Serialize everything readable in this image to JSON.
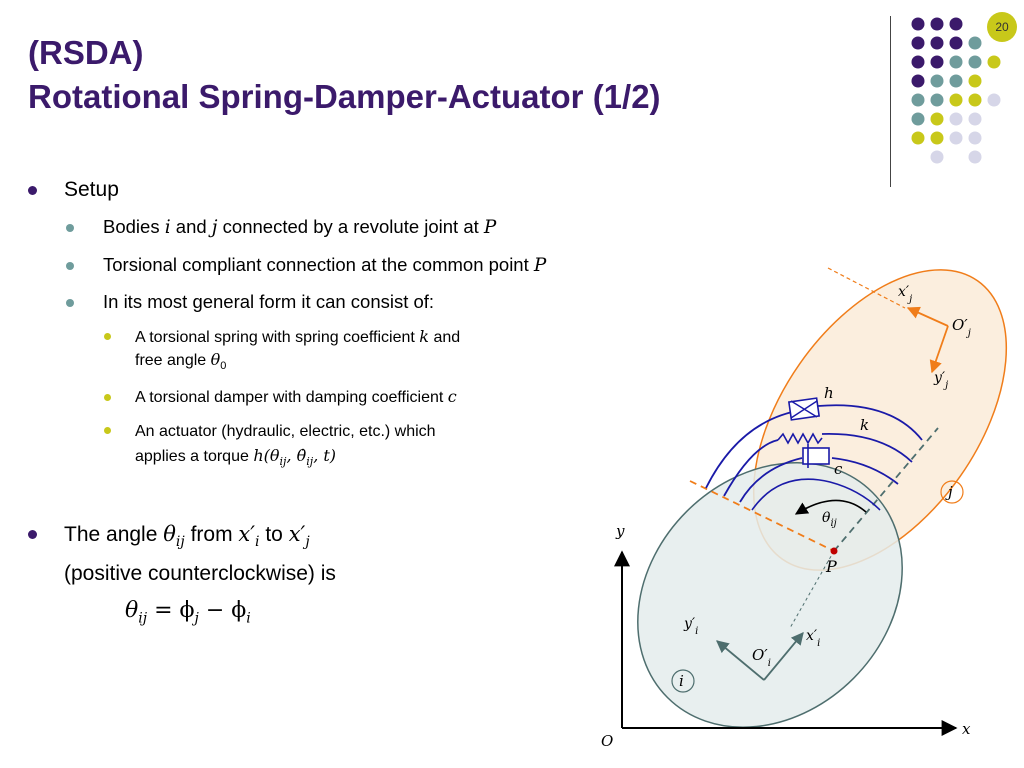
{
  "slide": {
    "title_line1": "(RSDA)",
    "title_line2": "Rotational Spring-Damper-Actuator (1/2)",
    "page_number": "20"
  },
  "colors": {
    "title": "#3b1a6b",
    "purple": "#3b1a6b",
    "teal": "#6f9c9c",
    "olive": "#c8c81a",
    "lavender": "#d6d6e8",
    "orange": "#f07d1a",
    "blue": "#1a1aa8",
    "gray_teal": "#4e6e6e",
    "red": "#c00000"
  },
  "content": {
    "setup": "Setup",
    "b1_pre": "Bodies ",
    "b1_i": "i",
    "b1_mid": " and ",
    "b1_j": "j",
    "b1_post": " connected by a revolute joint at ",
    "b1_P": "P",
    "b2_pre": "Torsional compliant connection at the common point ",
    "b2_P": "P",
    "b3": "In its most general form it can consist of:",
    "s1_pre": "A torsional spring with spring coefficient ",
    "s1_k": "k",
    "s1_post": " and",
    "s1_line2_pre": "free angle ",
    "s1_theta0": "θ",
    "s1_sub0": "0",
    "s2_pre": "A torsional damper with damping coefficient ",
    "s2_c": "c",
    "s3_line1": "An actuator (hydraulic, electric, etc.) which",
    "s3_line2_pre": "applies a torque ",
    "s3_math": "h(θ",
    "s3_sub1": "ij",
    "s3_math2": ", θ̇",
    "s3_sub2": "ij",
    "s3_math3": ", t)",
    "angle_pre": "The angle ",
    "angle_theta": "θ",
    "angle_sub": "ij",
    "angle_from": " from ",
    "angle_xi": "x′",
    "angle_xi_sub": "i",
    "angle_to": "  to ",
    "angle_xj": "x′",
    "angle_xj_sub": "j",
    "angle_line2": "(positive counterclockwise) is",
    "eq_lhs": "θ",
    "eq_lhs_sub": "ij",
    "eq_mid": " = ϕ",
    "eq_sub_j": "j",
    "eq_minus": " − ϕ",
    "eq_sub_i": "i"
  },
  "diagram": {
    "label_y": "y",
    "label_x": "x",
    "label_O": "O",
    "label_P": "P",
    "label_h": "h",
    "label_k": "k",
    "label_c": "c",
    "label_theta": "θ",
    "label_theta_sub": "ij",
    "body_i": "i",
    "body_j": "j",
    "label_Oi": "O′",
    "label_Oi_sub": "i",
    "label_xi": "x′",
    "label_xi_sub": "i",
    "label_yi": "y′",
    "label_yi_sub": "i",
    "label_Oj": "O′",
    "label_Oj_sub": "j",
    "label_xj": "x′",
    "label_xj_sub": "j",
    "label_yj": "y′",
    "label_yj_sub": "j"
  }
}
